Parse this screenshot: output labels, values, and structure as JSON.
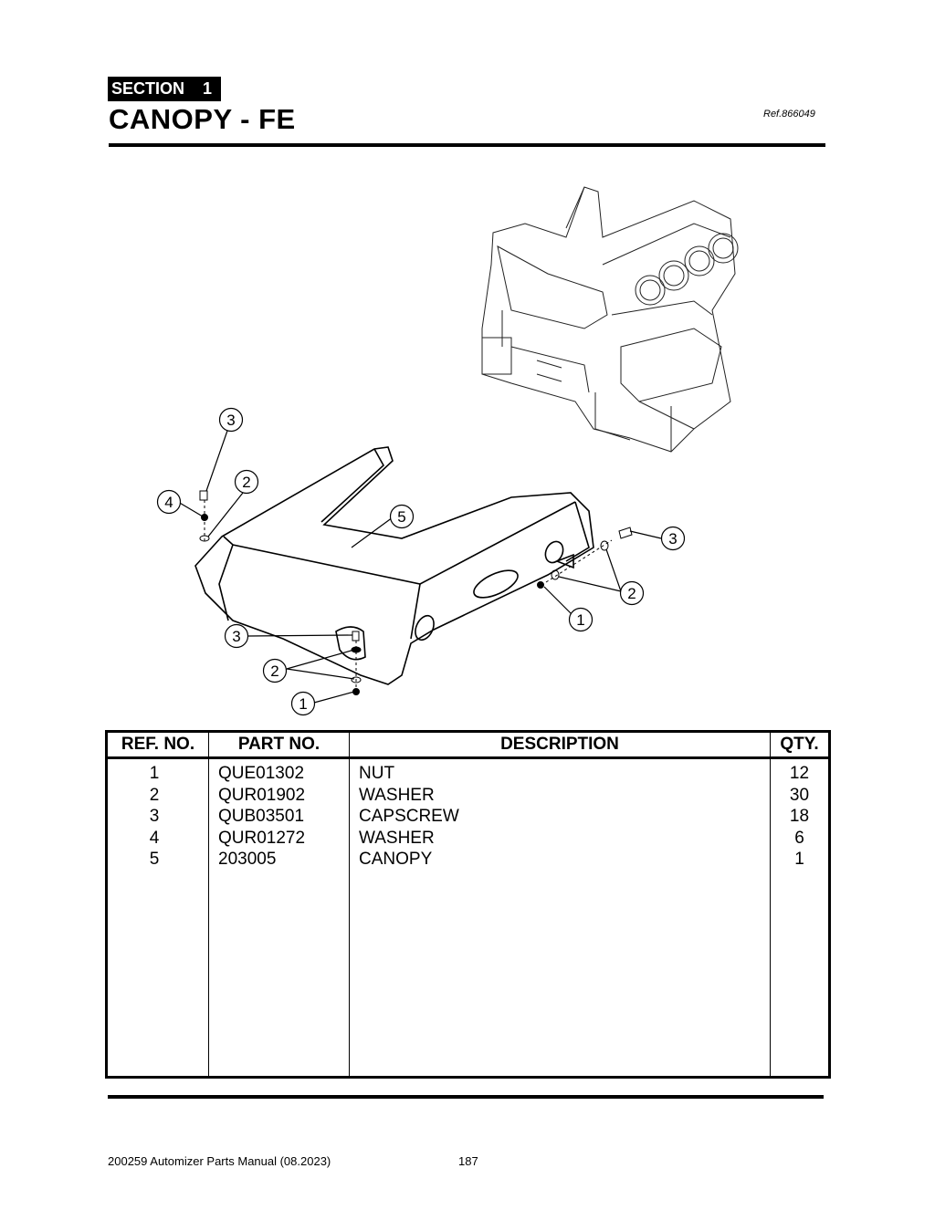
{
  "header": {
    "section_label": "SECTION",
    "section_number": "1",
    "title": "CANOPY - FE",
    "reference": "Ref.866049"
  },
  "diagram": {
    "callouts": [
      "3",
      "2",
      "4",
      "5",
      "3",
      "2",
      "1",
      "3",
      "2",
      "1"
    ]
  },
  "table": {
    "headers": {
      "ref": "REF. NO.",
      "part": "PART NO.",
      "desc": "DESCRIPTION",
      "qty": "QTY."
    },
    "rows": [
      {
        "ref": "1",
        "part": "QUE01302",
        "desc": "NUT",
        "qty": "12"
      },
      {
        "ref": "2",
        "part": "QUR01902",
        "desc": "WASHER",
        "qty": "30"
      },
      {
        "ref": "3",
        "part": "QUB03501",
        "desc": "CAPSCREW",
        "qty": "18"
      },
      {
        "ref": "4",
        "part": "QUR01272",
        "desc": "WASHER",
        "qty": "6"
      },
      {
        "ref": "5",
        "part": "203005",
        "desc": "CANOPY",
        "qty": "1"
      }
    ]
  },
  "footer": {
    "manual": "200259 Automizer Parts Manual (08.2023)",
    "page": "187"
  }
}
